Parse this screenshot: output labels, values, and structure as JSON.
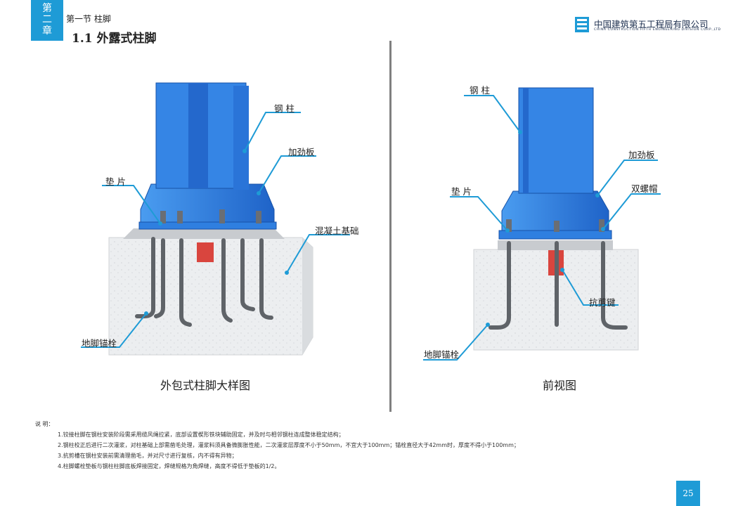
{
  "header": {
    "chapter_tab": [
      "第",
      "二",
      "章"
    ],
    "section": "第一节  柱脚",
    "title": "1.1  外露式柱脚",
    "logo_cn": "中国建筑第五工程局有限公司",
    "logo_en": "CHINA CONSTRUCTION FIFTH ENGINEERING DIVISION CORP.,LTD"
  },
  "left_figure": {
    "caption": "外包式柱脚大样图",
    "labels": {
      "steel_column": "钢 柱",
      "stiffener": "加劲板",
      "shim": "垫 片",
      "concrete_base": "混凝土基础",
      "anchor_bolt": "地脚锚栓"
    }
  },
  "right_figure": {
    "caption": "前视图",
    "labels": {
      "steel_column": "钢 柱",
      "stiffener": "加劲板",
      "shim": "垫 片",
      "double_nut": "双螺帽",
      "shear_key": "抗剪键",
      "anchor_bolt": "地脚锚栓"
    }
  },
  "notes": {
    "title": "说  明：",
    "items": [
      "1.铰接柱脚在钢柱安装阶段需采用缆风绳拉紧，底部设置楔形铁块辅助固定，并及时与相邻钢柱连成整体稳定结构；",
      "2.钢柱校正后进行二次灌浆，对柱基础上部需凿毛处理，灌浆料须具备微膨胀性能，二次灌浆层厚度不小于50mm，不宜大于100mm；锚栓直径大于42mm时，厚度不得小于100mm；",
      "3.抗剪槽在钢柱安装前需清理凿毛，并对尺寸进行复核，内不得有异物；",
      "4.柱脚螺栓垫板与钢柱柱脚底板焊接固定，焊缝规格为角焊缝，高度不得低于垫板的1/2。"
    ]
  },
  "page_number": "25",
  "colors": {
    "accent": "#1e9bd6",
    "steel": "#2f7fe0",
    "concrete": "#e6e8ea",
    "shear_key": "#d9453e",
    "bolt": "#6a6e74"
  }
}
